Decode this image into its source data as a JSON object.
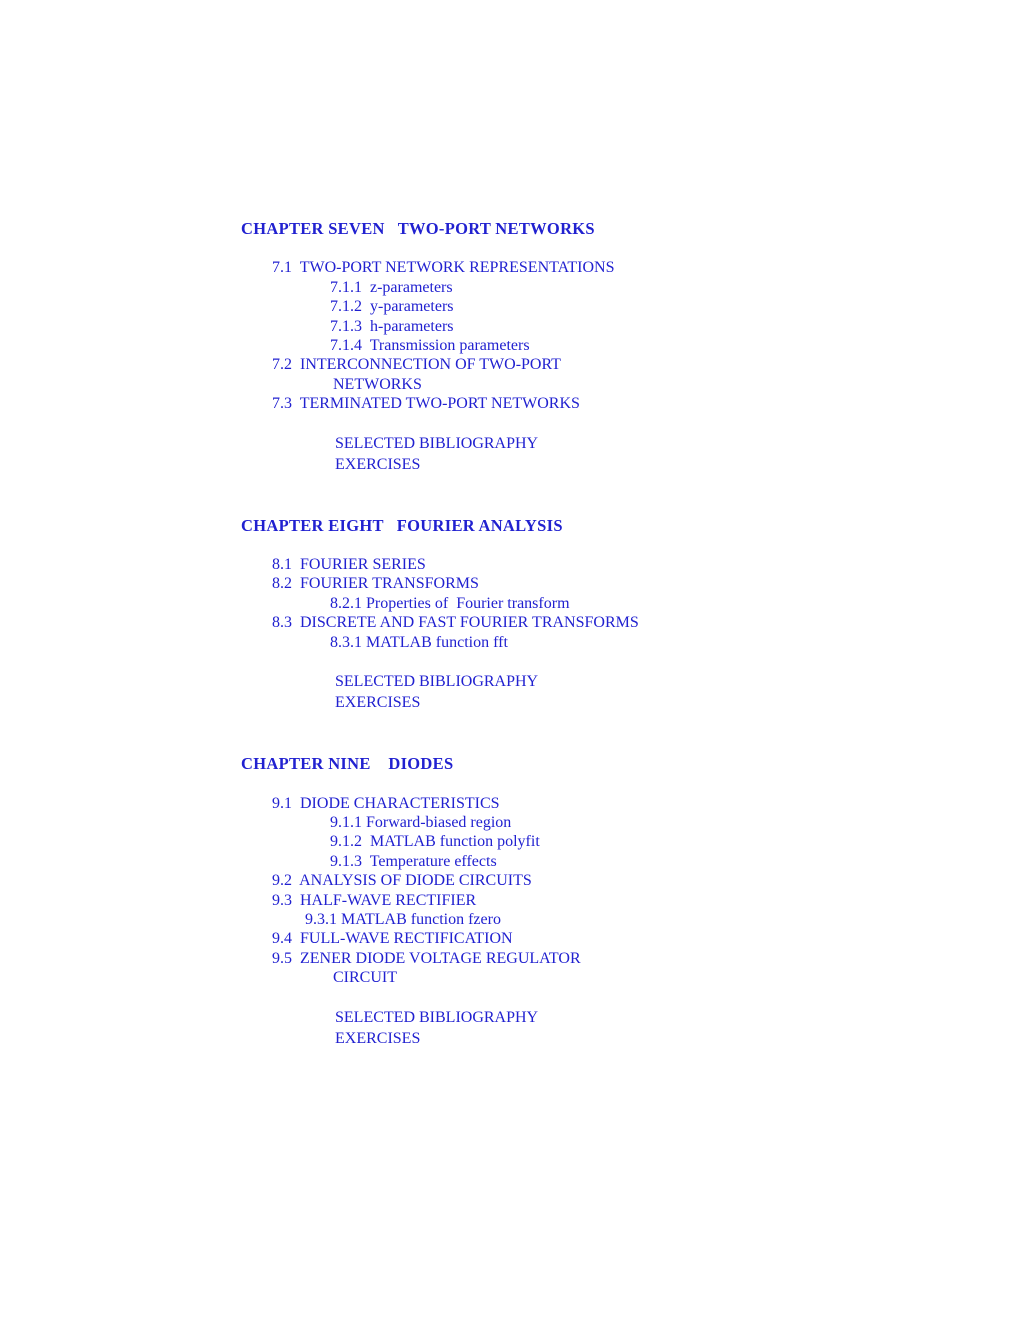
{
  "page": {
    "background": "#ffffff",
    "text_color": "#2121d0"
  },
  "toc": {
    "chapters": [
      {
        "title": "CHAPTER SEVEN   TWO-PORT NETWORKS",
        "entries": [
          {
            "text": "7.1  TWO-PORT NETWORK REPRESENTATIONS",
            "level": "section"
          },
          {
            "text": "7.1.1  z-parameters",
            "level": "subsection"
          },
          {
            "text": "7.1.2  y-parameters",
            "level": "subsection"
          },
          {
            "text": "7.1.3  h-parameters",
            "level": "subsection"
          },
          {
            "text": "7.1.4  Transmission parameters",
            "level": "subsection"
          },
          {
            "text": "7.2  INTERCONNECTION OF TWO-PORT",
            "level": "section"
          },
          {
            "text": "NETWORKS",
            "level": "continuation"
          },
          {
            "text": "7.3  TERMINATED TWO-PORT NETWORKS",
            "level": "section"
          }
        ],
        "backmatter": [
          "SELECTED BIBLIOGRAPHY",
          "EXERCISES"
        ]
      },
      {
        "title": "CHAPTER EIGHT   FOURIER ANALYSIS",
        "entries": [
          {
            "text": "8.1  FOURIER SERIES",
            "level": "section"
          },
          {
            "text": "8.2  FOURIER TRANSFORMS",
            "level": "section"
          },
          {
            "text": "8.2.1 Properties of  Fourier transform",
            "level": "subsection"
          },
          {
            "text": "8.3  DISCRETE AND FAST FOURIER TRANSFORMS",
            "level": "section"
          },
          {
            "text": "8.3.1 MATLAB function fft",
            "level": "subsection"
          }
        ],
        "backmatter": [
          "SELECTED BIBLIOGRAPHY",
          "EXERCISES"
        ]
      },
      {
        "title": "CHAPTER NINE    DIODES",
        "entries": [
          {
            "text": "9.1  DIODE CHARACTERISTICS",
            "level": "section"
          },
          {
            "text": "9.1.1 Forward-biased region",
            "level": "subsection"
          },
          {
            "text": "9.1.2  MATLAB function polyfit",
            "level": "subsection"
          },
          {
            "text": "9.1.3  Temperature effects",
            "level": "subsection"
          },
          {
            "text": "9.2  ANALYSIS OF DIODE CIRCUITS",
            "level": "section"
          },
          {
            "text": "9.3  HALF-WAVE RECTIFIER",
            "level": "section"
          },
          {
            "text": "9.3.1 MATLAB function fzero",
            "level": "subsection-tight"
          },
          {
            "text": "9.4  FULL-WAVE RECTIFICATION",
            "level": "section"
          },
          {
            "text": "9.5  ZENER DIODE VOLTAGE REGULATOR",
            "level": "section"
          },
          {
            "text": "CIRCUIT",
            "level": "continuation"
          }
        ],
        "backmatter": [
          "SELECTED BIBLIOGRAPHY",
          "EXERCISES"
        ]
      }
    ]
  }
}
